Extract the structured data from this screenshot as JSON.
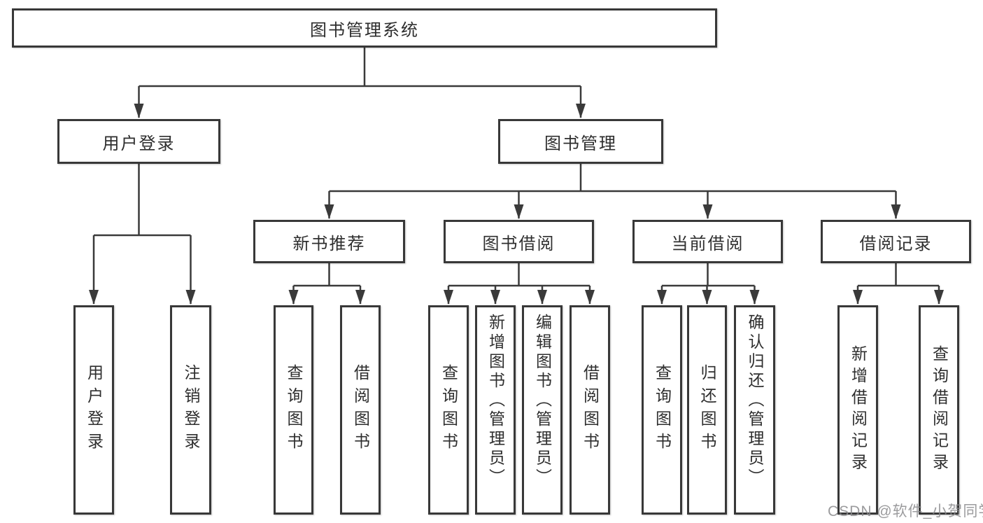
{
  "diagram": {
    "title_node": {
      "label": "图书管理系统"
    },
    "level2": [
      {
        "id": "user-login",
        "label": "用户登录",
        "parent": "图书管理系统"
      },
      {
        "id": "book-management",
        "label": "图书管理",
        "parent": "图书管理系统"
      }
    ],
    "level3": [
      {
        "id": "new-book-recommend",
        "label": "新书推荐",
        "parent": "图书管理"
      },
      {
        "id": "book-borrow",
        "label": "图书借阅",
        "parent": "图书管理"
      },
      {
        "id": "current-borrow",
        "label": "当前借阅",
        "parent": "图书管理"
      },
      {
        "id": "borrow-records",
        "label": "借阅记录",
        "parent": "图书管理"
      }
    ],
    "leaves": [
      {
        "id": "leaf-user-login",
        "label": "用户登录",
        "parent": "用户登录"
      },
      {
        "id": "leaf-logout",
        "label": "注销登录",
        "parent": "用户登录"
      },
      {
        "id": "leaf-query-books-1",
        "label": "查询图书",
        "parent": "新书推荐"
      },
      {
        "id": "leaf-borrow-books-1",
        "label": "借阅图书",
        "parent": "新书推荐"
      },
      {
        "id": "leaf-query-books-2",
        "label": "查询图书",
        "parent": "图书借阅"
      },
      {
        "id": "leaf-add-books",
        "label": "新增图书（管理员）",
        "parent": "图书借阅"
      },
      {
        "id": "leaf-edit-books",
        "label": "编辑图书（管理员）",
        "parent": "图书借阅"
      },
      {
        "id": "leaf-borrow-books-2",
        "label": "借阅图书",
        "parent": "图书借阅"
      },
      {
        "id": "leaf-query-books-3",
        "label": "查询图书",
        "parent": "当前借阅"
      },
      {
        "id": "leaf-return-books",
        "label": "归还图书",
        "parent": "当前借阅"
      },
      {
        "id": "leaf-confirm-return",
        "label": "确认归还（管理员）",
        "parent": "当前借阅"
      },
      {
        "id": "leaf-add-borrow-record",
        "label": "新增借阅记录",
        "parent": "借阅记录"
      },
      {
        "id": "leaf-query-borrow-record",
        "label": "查询借阅记录",
        "parent": "借阅记录"
      }
    ]
  },
  "watermark": {
    "text": "CSDN @软件_小贺同学"
  },
  "colors": {
    "line": "#3a3a3a",
    "box_border": "#383838",
    "text": "#2e2e2e",
    "watermark": "#8a8a8c",
    "background": "#ffffff"
  }
}
